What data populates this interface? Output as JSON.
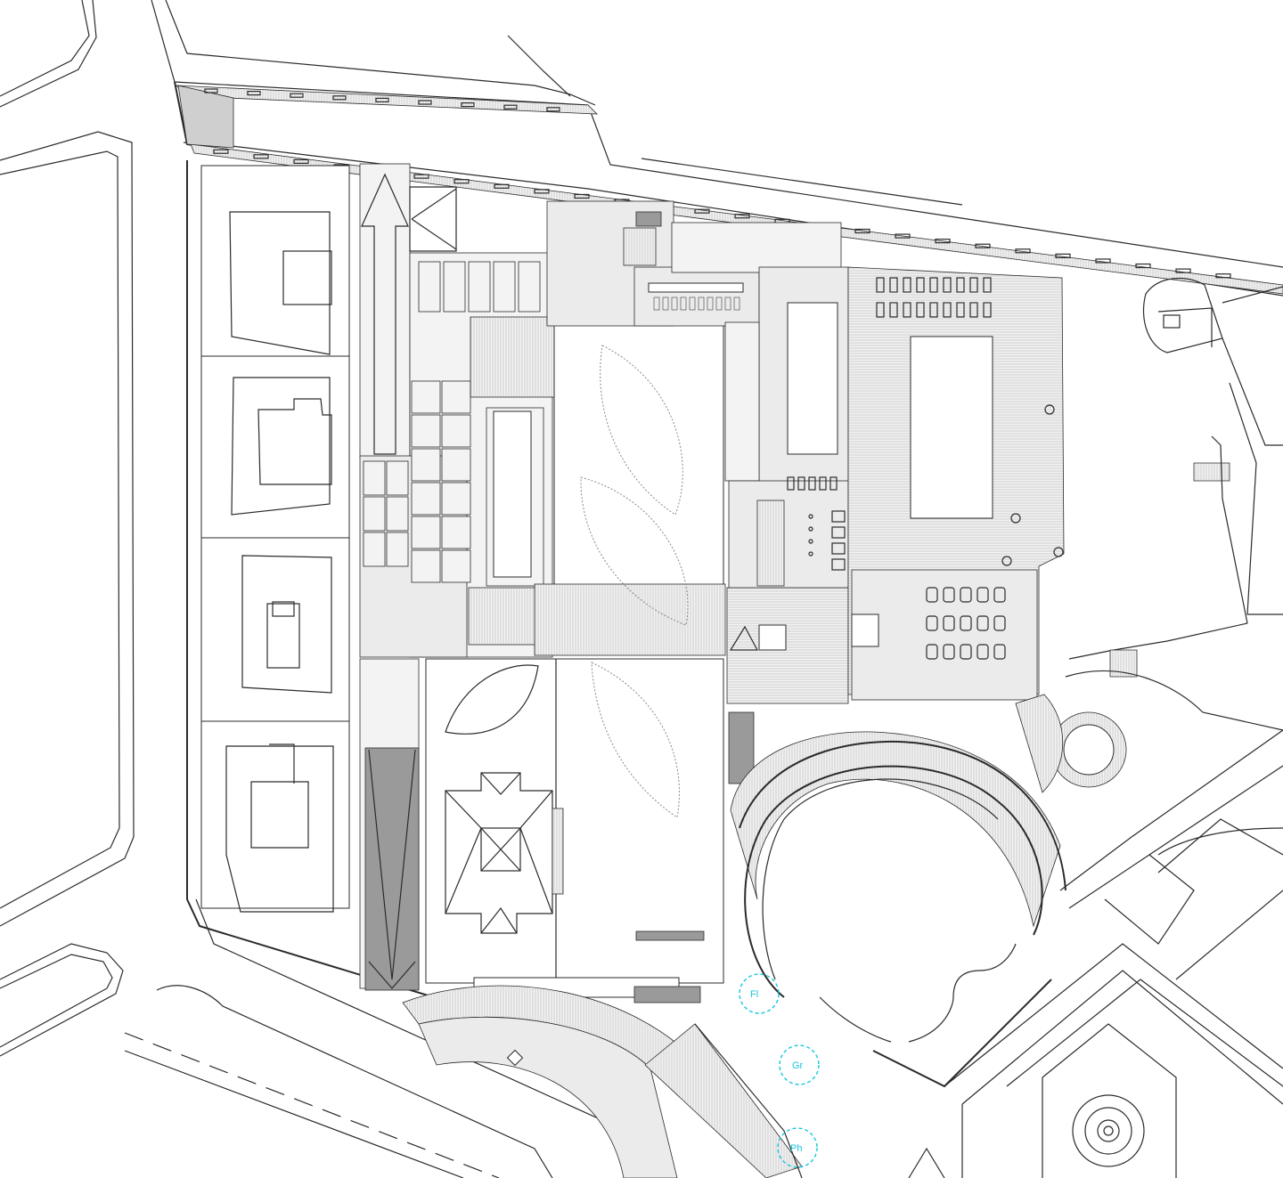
{
  "markers": [
    {
      "id": "fl",
      "label": "Fl",
      "icon": "dashed-circle-marker"
    },
    {
      "id": "gr",
      "label": "Gr",
      "icon": "dashed-circle-marker"
    },
    {
      "id": "ph",
      "label": "Ph",
      "icon": "dashed-circle-marker"
    }
  ],
  "colors": {
    "marker": "#16c6e0",
    "lines": "#2b2b2b",
    "background": "#ffffff"
  }
}
